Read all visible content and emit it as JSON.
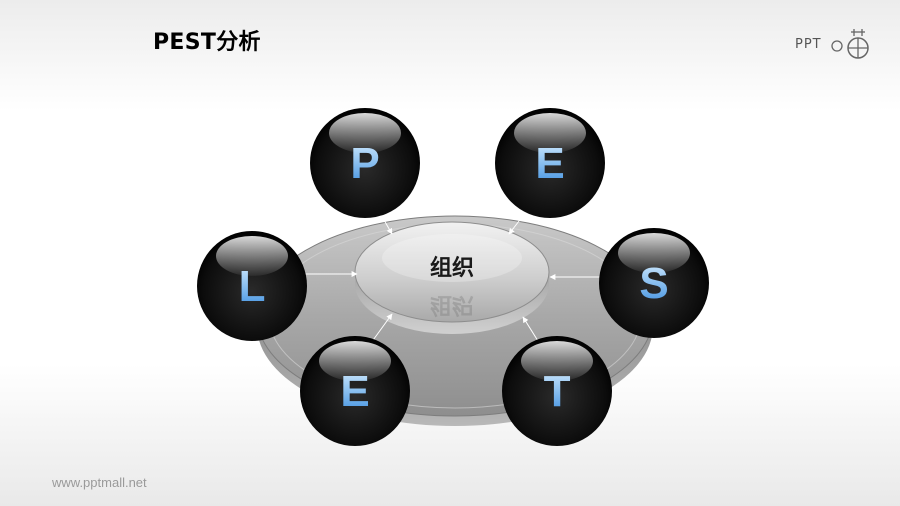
{
  "title": "PEST分析",
  "logo": {
    "text": "PPT"
  },
  "footer": {
    "url": "www.pptmall.net"
  },
  "center": {
    "label": "组织"
  },
  "nodes": [
    {
      "id": "p",
      "letter": "P"
    },
    {
      "id": "e-top",
      "letter": "E"
    },
    {
      "id": "s",
      "letter": "S"
    },
    {
      "id": "t",
      "letter": "T"
    },
    {
      "id": "e-bottom",
      "letter": "E"
    },
    {
      "id": "l",
      "letter": "L"
    }
  ],
  "colors": {
    "letter_top": "#cfe9ff",
    "letter_bottom": "#3d8fe0",
    "ball": "#0e0e0e",
    "platform": "#9a9a9a"
  }
}
